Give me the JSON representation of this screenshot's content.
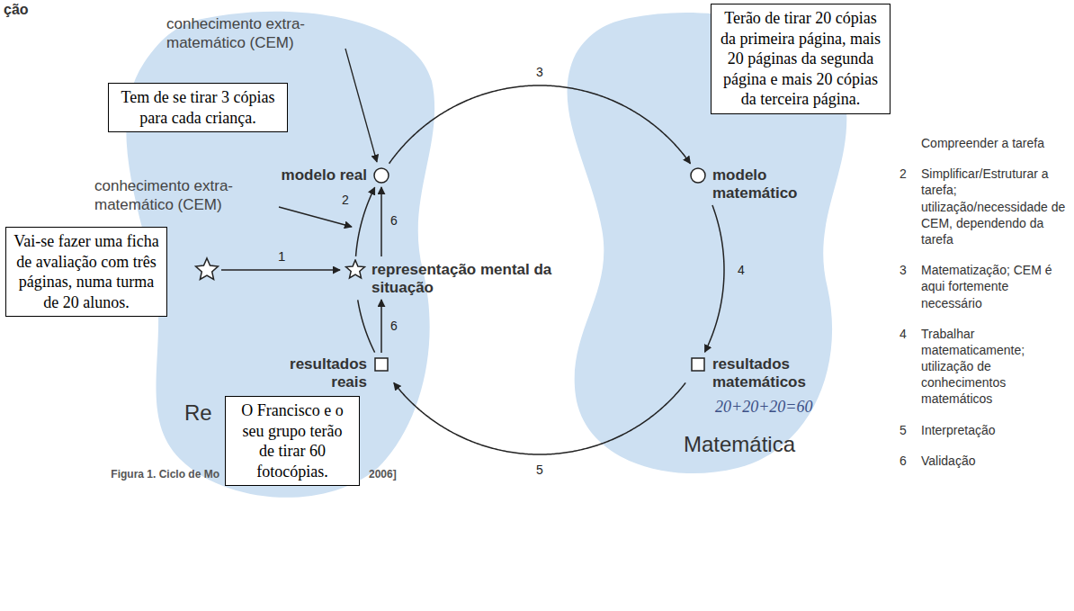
{
  "diagram": {
    "nodes": [
      {
        "text": [
          "Tem de se tirar 3 cópias para cada criança."
        ]
      },
      {
        "text": [
          "Terão de tirar 20 cópias da primeira página, mais 20 páginas da segunda página e mais 20 cópias da terceira página."
        ]
      },
      {
        "text": [
          "modelo real"
        ]
      },
      {
        "text": [
          "modelo matemático"
        ]
      },
      {
        "text": [
          "Vai-se fazer uma ficha de avaliação com três páginas, numa turma de 20 alunos."
        ]
      },
      {
        "text": [
          "representação mental da situação"
        ]
      },
      {
        "text": [
          "resultados reais"
        ]
      },
      {
        "text": [
          "resultados matemáticos"
        ]
      },
      {
        "text": [
          "O Francisco e o seu grupo terão de tirar 60 fotocópias."
        ]
      }
    ],
    "edges": [
      {
        "from": 5,
        "to": 2,
        "label": "2",
        "arrow": "to"
      },
      {
        "from": 2,
        "to": 3,
        "label": "3",
        "arrow": "to"
      },
      {
        "from": 3,
        "to": 7,
        "label": "4",
        "arrow": "to"
      },
      {
        "from": 7,
        "to": 6,
        "label": "5",
        "arrow": "to"
      },
      {
        "from": 6,
        "to": 5,
        "label": "6",
        "arrow": "to"
      },
      {
        "from": 5,
        "to": 2,
        "label": "6",
        "arrow": "to"
      },
      {
        "from": 6,
        "to": 5,
        "arrow": "none"
      }
    ],
    "labels": [
      "ção",
      "conhecimento extra-matemático (CEM)",
      "conhecimento extra-matemático (CEM)",
      "1",
      "20+20+20=60",
      "Re",
      "Figura 1. Ciclo de Mo",
      "2006]",
      "Matemática",
      "Compreender a tarefa",
      "2",
      "Simplificar/Estruturar a tarefa; utilização/necessidade de CEM, dependendo da tarefa",
      "3",
      "Matematização; CEM é aqui fortemente necessário",
      "4",
      "Trabalhar matematicamente; utilização de conhecimentos matemáticos",
      "5",
      "Interpretação",
      "6",
      "Validação"
    ]
  }
}
